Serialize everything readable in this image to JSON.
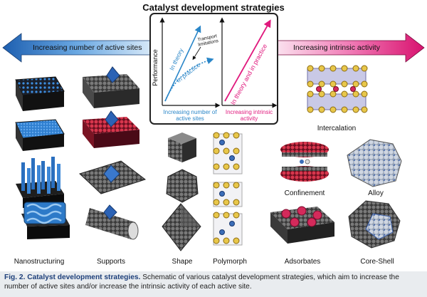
{
  "title": "Catalyst development strategies",
  "left_arrow_label": "Increasing number of active sites",
  "right_arrow_label": "Increasing intrinsic activity",
  "graph": {
    "y_axis": "Performance",
    "left_curve_theory": "In theory",
    "left_curve_practice": "In practice",
    "transport_label": "Transport limitations",
    "left_x_label": "Increasing number of active sites",
    "right_curve": "In theory and in practice",
    "right_x_label": "Increasing intrinsic activity"
  },
  "strategies": {
    "nanostructuring": "Nanostructuring",
    "supports": "Supports",
    "shape": "Shape",
    "polymorph": "Polymorph",
    "intercalation": "Intercalation",
    "confinement": "Confinement",
    "alloy": "Alloy",
    "adsorbates": "Adsorbates",
    "core_shell": "Core-Shell"
  },
  "caption": {
    "bold": "Fig. 2. Catalyst development strategies.",
    "text": " Schematic of various catalyst development strategies, which aim to increase the number of active sites and/or increase the intrinsic activity of each active site."
  },
  "colors": {
    "left_arrow": "#3a7fc8",
    "right_arrow": "#e0197d",
    "theory_line": "#2a86c8",
    "practice_line": "#e0197d"
  }
}
